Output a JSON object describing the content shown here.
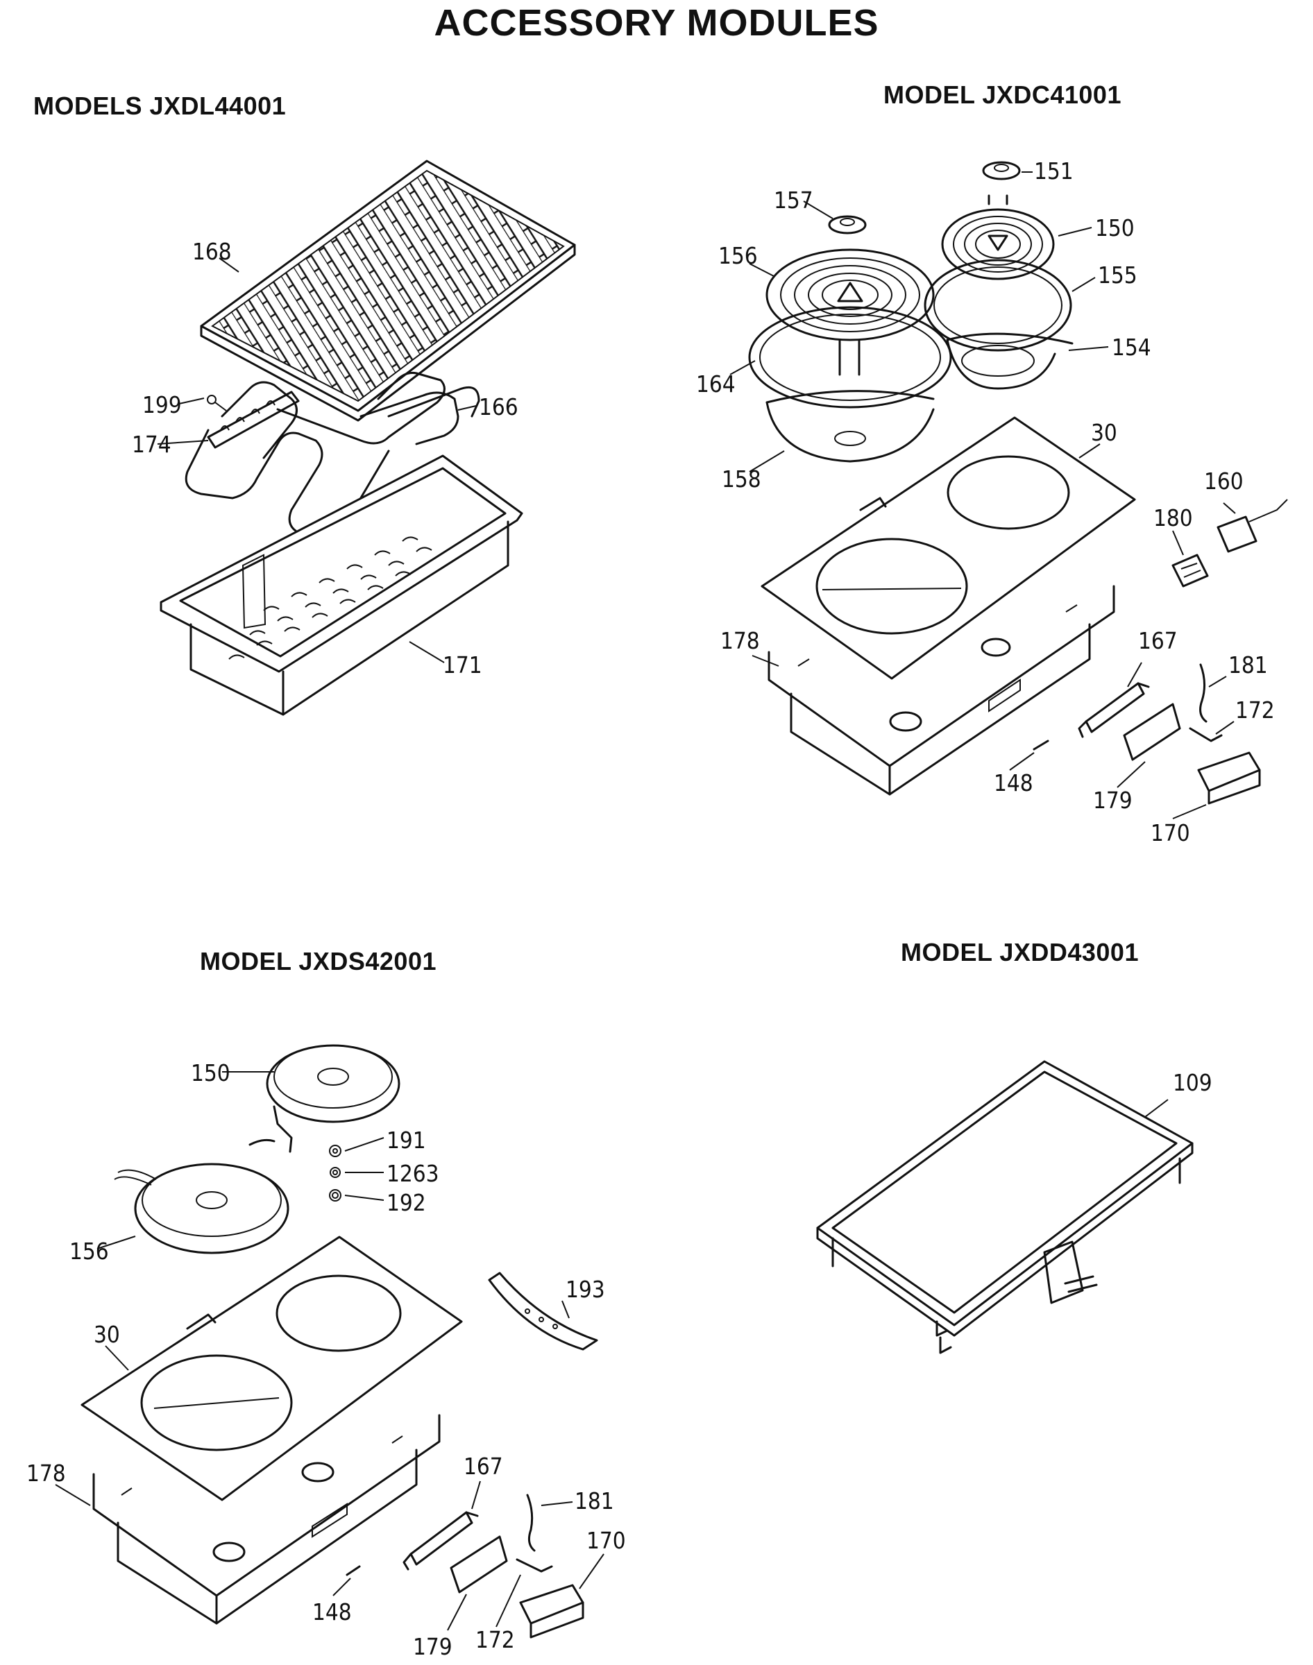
{
  "page": {
    "title": "ACCESSORY MODULES"
  },
  "sections": [
    {
      "title": "MODELS JXDL44001",
      "parts": [
        "168",
        "199",
        "166",
        "174",
        "171"
      ]
    },
    {
      "title": "MODEL JXDC41001",
      "parts": [
        "151",
        "157",
        "150",
        "156",
        "155",
        "154",
        "164",
        "30",
        "158",
        "160",
        "180",
        "178",
        "167",
        "181",
        "172",
        "148",
        "179",
        "170"
      ]
    },
    {
      "title": "MODEL JXDS42001",
      "parts": [
        "150",
        "191",
        "1263",
        "192",
        "156",
        "193",
        "30",
        "178",
        "167",
        "181",
        "170",
        "148",
        "179",
        "172"
      ]
    },
    {
      "title": "MODEL JXDD43001",
      "parts": [
        "109"
      ]
    }
  ]
}
